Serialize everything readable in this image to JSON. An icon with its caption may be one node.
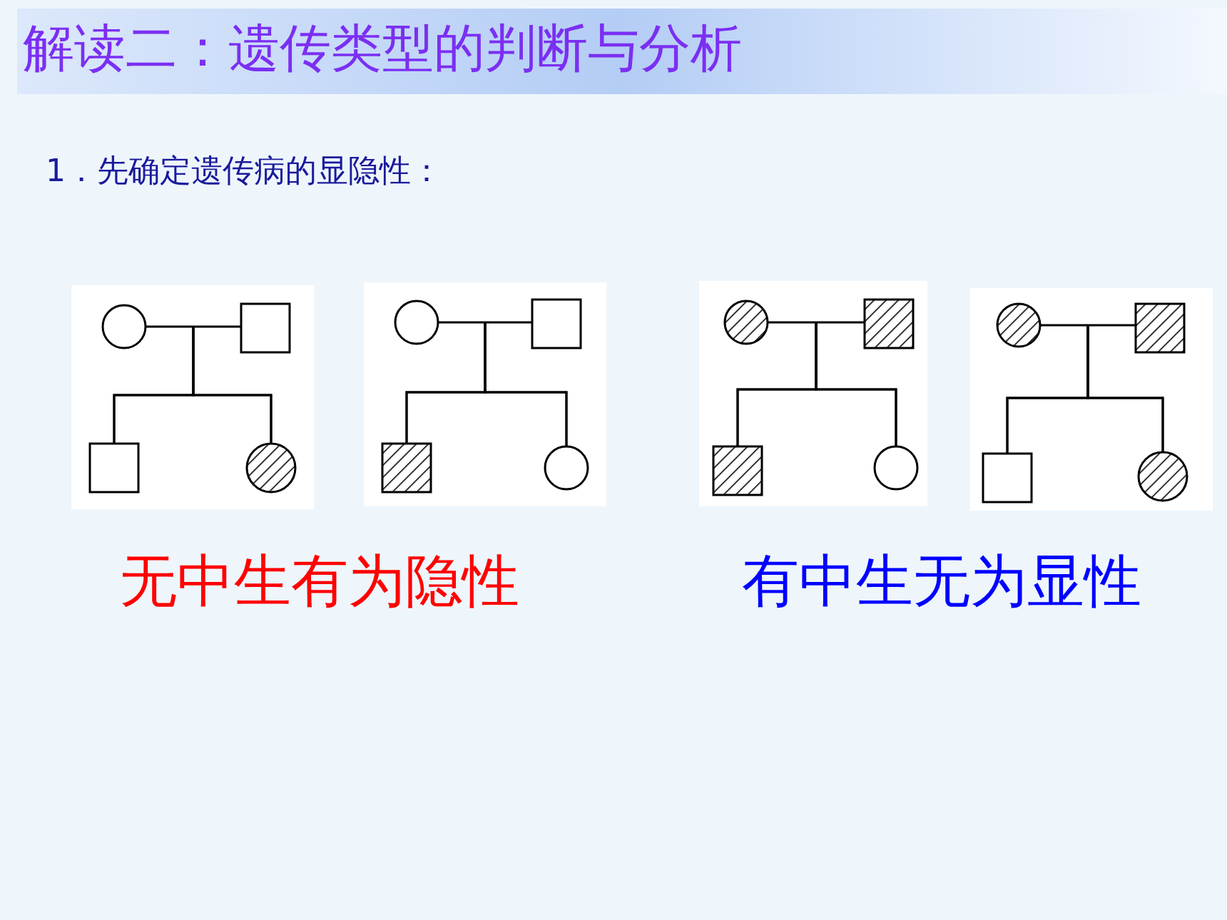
{
  "diagram": {
    "title": "解读二：遗传类型的判断与分析",
    "nodes": [
      {
        "text": [],
        "shape": "circle"
      },
      {
        "text": [],
        "shape": "box"
      },
      {
        "text": [],
        "shape": "box"
      },
      {
        "text": [],
        "shape": "hatched-circle"
      },
      {
        "text": [],
        "shape": "circle"
      },
      {
        "text": [],
        "shape": "box"
      },
      {
        "text": [],
        "shape": "hatched-box"
      },
      {
        "text": [],
        "shape": "circle"
      },
      {
        "text": [],
        "shape": "hatched-circle"
      },
      {
        "text": [],
        "shape": "hatched-box"
      },
      {
        "text": [],
        "shape": "hatched-box"
      },
      {
        "text": [],
        "shape": "circle"
      },
      {
        "text": [],
        "shape": "hatched-circle"
      },
      {
        "text": [],
        "shape": "hatched-box"
      },
      {
        "text": [],
        "shape": "box"
      },
      {
        "text": [],
        "shape": "hatched-circle"
      }
    ],
    "edges": [
      {
        "from": 0,
        "to": 1,
        "arrow": "none"
      },
      {
        "from": 0,
        "to": 2,
        "arrow": "none"
      },
      {
        "from": 1,
        "to": 2,
        "arrow": "none"
      },
      {
        "from": 0,
        "to": 3,
        "arrow": "none"
      },
      {
        "from": 1,
        "to": 3,
        "arrow": "none"
      },
      {
        "from": 4,
        "to": 5,
        "arrow": "none"
      },
      {
        "from": 4,
        "to": 6,
        "arrow": "none"
      },
      {
        "from": 5,
        "to": 6,
        "arrow": "none"
      },
      {
        "from": 4,
        "to": 7,
        "arrow": "none"
      },
      {
        "from": 5,
        "to": 7,
        "arrow": "none"
      },
      {
        "from": 8,
        "to": 9,
        "arrow": "none"
      },
      {
        "from": 8,
        "to": 10,
        "arrow": "none"
      },
      {
        "from": 9,
        "to": 10,
        "arrow": "none"
      },
      {
        "from": 8,
        "to": 11,
        "arrow": "none"
      },
      {
        "from": 9,
        "to": 11,
        "arrow": "none"
      },
      {
        "from": 12,
        "to": 13,
        "arrow": "none"
      },
      {
        "from": 12,
        "to": 14,
        "arrow": "none"
      },
      {
        "from": 13,
        "to": 14,
        "arrow": "none"
      },
      {
        "from": 12,
        "to": 15,
        "arrow": "none"
      },
      {
        "from": 13,
        "to": 15,
        "arrow": "none"
      }
    ],
    "labels": [
      "1．先确定遗传病的显隐性：",
      "无中生有为隐性",
      "有中生无为显性"
    ]
  }
}
